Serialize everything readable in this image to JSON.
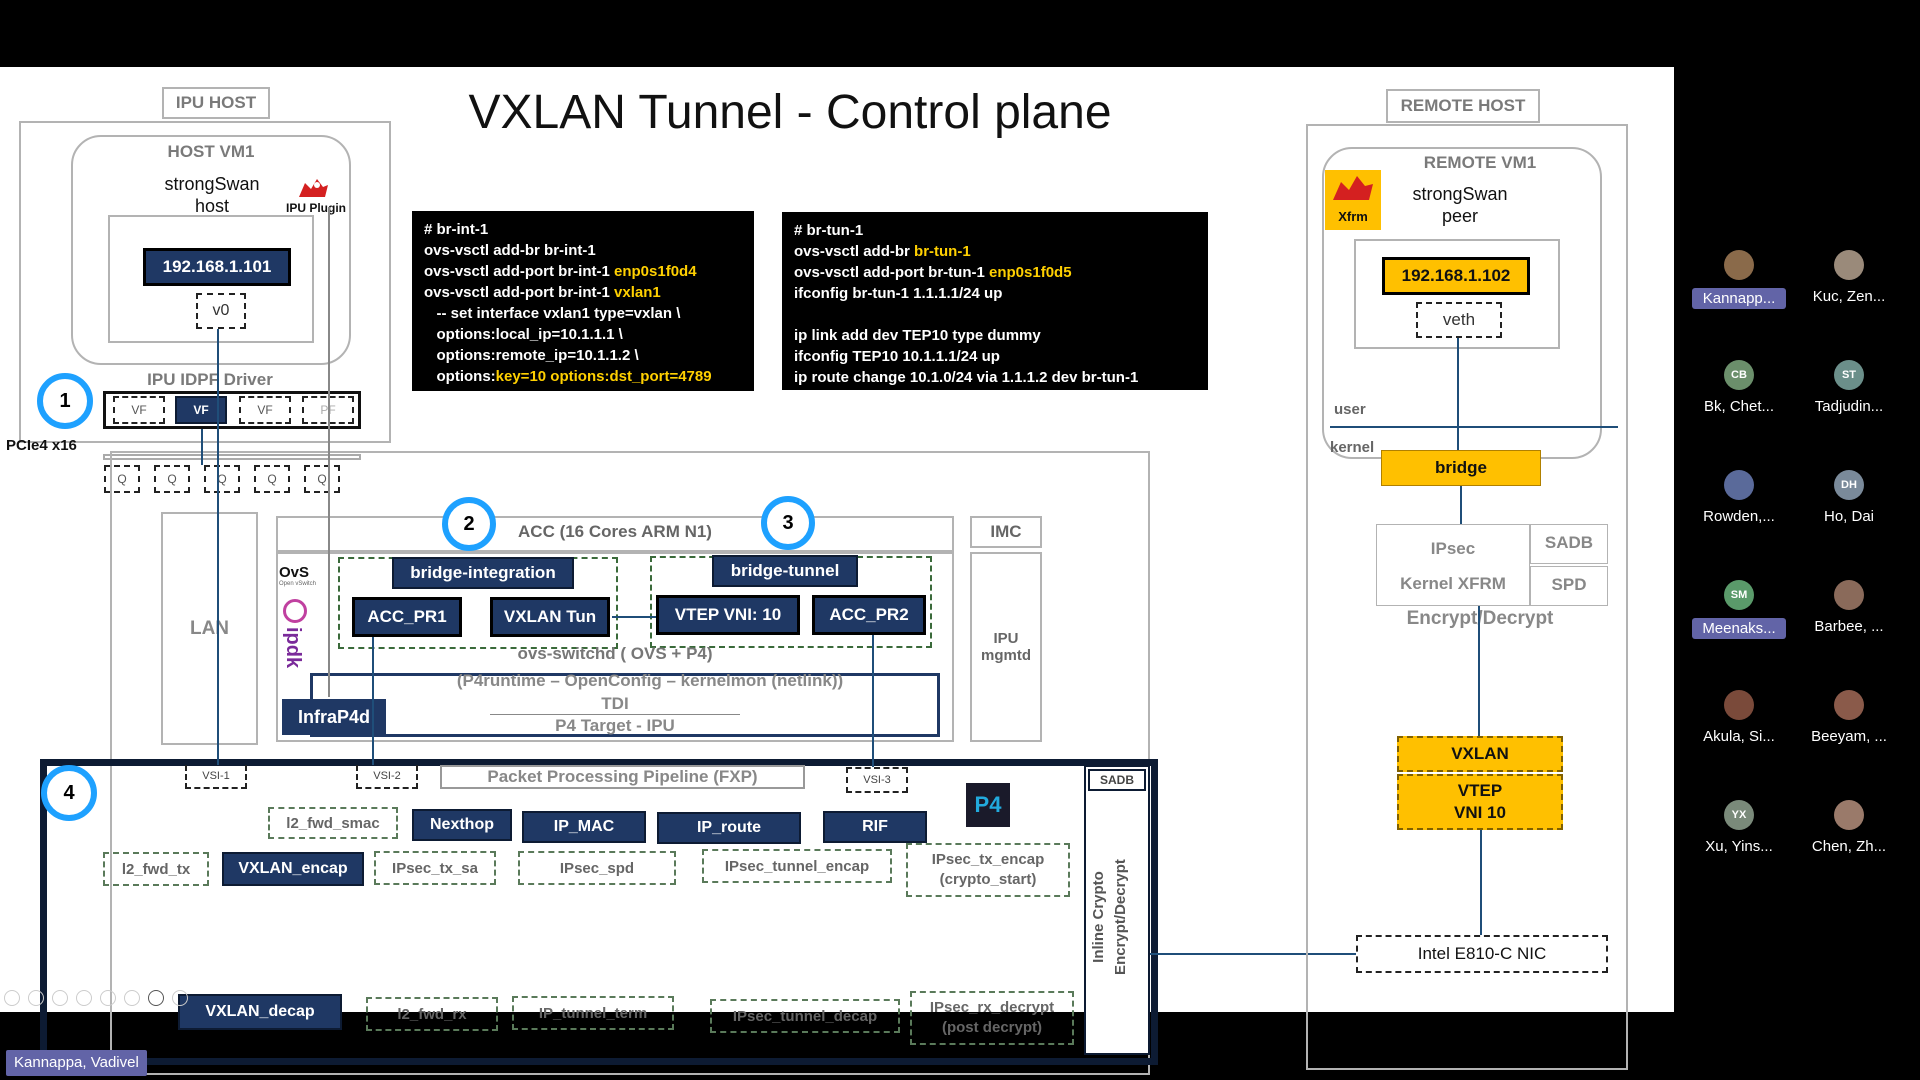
{
  "slide": {
    "title": "VXLAN Tunnel - Control plane",
    "ipu_host": {
      "label": "IPU HOST",
      "vm_label": "HOST VM1",
      "app": "strongSwan\nhost",
      "plugin": "IPU Plugin",
      "ip": "192.168.1.101",
      "iface": "v0",
      "driver": "IPU IDPF Driver",
      "vfs": [
        "VF",
        "VF",
        "VF",
        "PF"
      ],
      "pcie": "PCIe4 x16",
      "queues": [
        "Q",
        "Q",
        "Q",
        "Q",
        "Q"
      ]
    },
    "cmd_left": [
      [
        {
          "t": "# br-int-1"
        }
      ],
      [
        {
          "t": "ovs-vsctl add-br br-int-1"
        }
      ],
      [
        {
          "t": "ovs-vsctl add-port br-int-1 "
        },
        {
          "t": "enp0s1f0d4",
          "y": true
        }
      ],
      [
        {
          "t": "ovs-vsctl add-port br-int-1 "
        },
        {
          "t": "vxlan1",
          "y": true
        }
      ],
      [
        {
          "t": "   -- set interface vxlan1 type=vxlan \\"
        }
      ],
      [
        {
          "t": "   options:local_ip=10.1.1.1 \\"
        }
      ],
      [
        {
          "t": "   options:remote_ip=10.1.1.2 \\"
        }
      ],
      [
        {
          "t": "   options:"
        },
        {
          "t": "key=10 options:dst_port=4789",
          "y": true
        }
      ]
    ],
    "cmd_right": [
      [
        {
          "t": "# br-tun-1"
        }
      ],
      [
        {
          "t": "ovs-vsctl add-br "
        },
        {
          "t": "br-tun-1",
          "y": true
        }
      ],
      [
        {
          "t": "ovs-vsctl add-port br-tun-1 "
        },
        {
          "t": "enp0s1f0d5",
          "y": true
        }
      ],
      [
        {
          "t": "ifconfig br-tun-1 1.1.1.1/24 up"
        }
      ],
      [
        {
          "t": " "
        }
      ],
      [
        {
          "t": "ip link add dev TEP10 type dummy"
        }
      ],
      [
        {
          "t": "ifconfig TEP10 10.1.1.1/24 up"
        }
      ],
      [
        {
          "t": "ip route change 10.1.0/24 via 1.1.1.2 dev br-tun-1"
        }
      ]
    ],
    "steps": [
      "1",
      "2",
      "3",
      "4"
    ],
    "lan": "LAN",
    "acc": "ACC (16 Cores ARM N1)",
    "imc": "IMC",
    "ipu_mgmt": "IPU\nmgmtd",
    "ovs_logo": "OvS",
    "ovs_sub": "Open vSwitch",
    "ipdk_logo": "ipdk",
    "bridge_integration": "bridge-integration",
    "bridge_tunnel": "bridge-tunnel",
    "acc_pr1": "ACC_PR1",
    "vxlan_tun": "VXLAN Tun",
    "vtep_vni": "VTEP VNI:  10",
    "acc_pr2": "ACC_PR2",
    "ovs_switchd": "ovs-switchd ( OVS + P4)",
    "p4runtime": "(P4runtime – OpenConfig – kernelmon (netlink))",
    "tdi": "TDI",
    "p4target": "P4 Target  - IPU",
    "infrap4d": "InfraP4d",
    "fxp": {
      "vsi1": "VSI-1",
      "vsi2": "VSI-2",
      "vsi3": "VSI-3",
      "pipeline": "Packet Processing Pipeline (FXP)",
      "p4_logo": "P4",
      "sadb": "SADB",
      "inline_crypto": "Inline Crypto\nEncrypt/Decrypt",
      "tables": {
        "l2_fwd_smac": "l2_fwd_smac",
        "nexthop": "Nexthop",
        "ip_mac": "IP_MAC",
        "ip_route": "IP_route",
        "rif": "RIF",
        "l2_fwd_tx": "l2_fwd_tx",
        "vxlan_encap": "VXLAN_encap",
        "ipsec_tx_sa": "IPsec_tx_sa",
        "ipsec_spd": "IPsec_spd",
        "ipsec_tunnel_encap": "IPsec_tunnel_encap",
        "ipsec_tx_encap": "IPsec_tx_encap\n(crypto_start)",
        "vxlan_decap": "VXLAN_decap",
        "l2_fwd_rx": "l2_fwd_rx",
        "ip_tunnel_term": "IP_tunnel_term",
        "ipsec_tunnel_decap": "IPsec_tunnel_decap",
        "ipsec_rx_decrypt": "IPsec_rx_decrypt\n(post decrypt)"
      }
    },
    "remote": {
      "label": "REMOTE HOST",
      "vm_label": "REMOTE  VM1",
      "xfrm": "Xfrm",
      "app": "strongSwan\npeer",
      "ip": "192.168.1.102",
      "iface": "veth",
      "user": "user",
      "kernel": "kernel",
      "bridge": "bridge",
      "ipsec": "IPsec",
      "kernel_xfrm": "Kernel XFRM",
      "sadb": "SADB",
      "spd": "SPD",
      "encrypt_decrypt": "Encrypt/Decrypt",
      "vxlan": "VXLAN",
      "vtep": "VTEP\nVNI 10",
      "nic": "Intel E810-C NIC"
    }
  },
  "participants": [
    {
      "name": "Kannapp...",
      "initials": "",
      "highlight": true,
      "color": "#8a6a4a"
    },
    {
      "name": "Kuc, Zen...",
      "initials": "",
      "highlight": false,
      "color": "#9a8a7a"
    },
    {
      "name": "Bk, Chet...",
      "initials": "CB",
      "highlight": false,
      "color": "#6b8f6b"
    },
    {
      "name": "Tadjudin...",
      "initials": "ST",
      "highlight": false,
      "color": "#6b8f8a"
    },
    {
      "name": "Rowden,...",
      "initials": "",
      "highlight": false,
      "color": "#5a6a9a"
    },
    {
      "name": "Ho, Dai",
      "initials": "DH",
      "highlight": false,
      "color": "#7a8a9a"
    },
    {
      "name": "Meenaks...",
      "initials": "SM",
      "highlight": true,
      "color": "#5a9a6a"
    },
    {
      "name": "Barbee, ...",
      "initials": "",
      "highlight": false,
      "color": "#8a6a5a"
    },
    {
      "name": "Akula, Si...",
      "initials": "",
      "highlight": false,
      "color": "#7a4a3a"
    },
    {
      "name": "Beeyam, ...",
      "initials": "",
      "highlight": false,
      "color": "#8a5a4a"
    },
    {
      "name": "Xu, Yins...",
      "initials": "YX",
      "highlight": false,
      "color": "#7a8a7a"
    },
    {
      "name": "Chen, Zh...",
      "initials": "",
      "highlight": false,
      "color": "#9a7a6a"
    }
  ],
  "presenter": "Kannappa, Vadivel"
}
